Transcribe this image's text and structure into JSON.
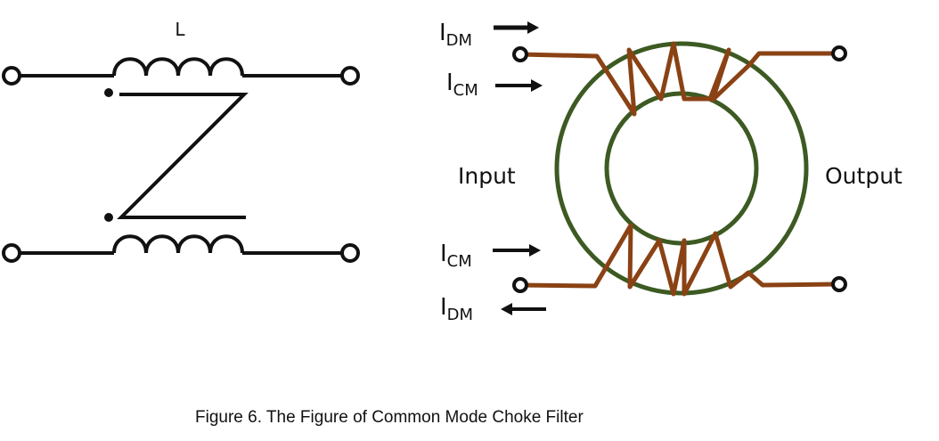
{
  "schematic": {
    "inductor_label": "L"
  },
  "toroid": {
    "i_dm_top": {
      "main": "I",
      "sub": "DM"
    },
    "i_cm_top": {
      "main": "I",
      "sub": "CM"
    },
    "i_cm_bottom": {
      "main": "I",
      "sub": "CM"
    },
    "i_dm_bottom": {
      "main": "I",
      "sub": "DM"
    },
    "input_label": "Input",
    "output_label": "Output"
  },
  "caption": "Figure 6. The Figure of Common Mode Choke Filter",
  "colors": {
    "core": "#3c5a22",
    "winding": "#8a4214",
    "wire": "#111111",
    "background": "#ffffff"
  }
}
